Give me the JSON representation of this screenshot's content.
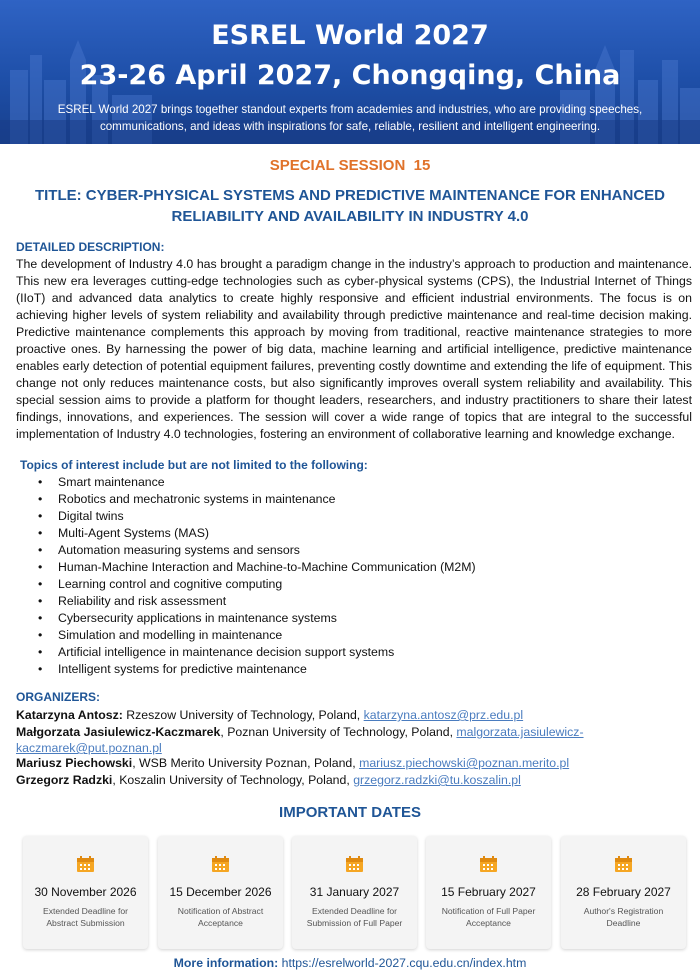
{
  "banner": {
    "title_line1": "ESREL World 2027",
    "title_line2": "23-26 April 2027, Chongqing, China",
    "description_line1": "ESREL World 2027 brings together standout experts from academies and industries, who are providing speeches,",
    "description_line2": "communications, and ideas with inspirations for safe, reliable, resilient and intelligent engineering."
  },
  "session": "SPECIAL SESSION  15",
  "title_line1": "TITLE: CYBER-PHYSICAL SYSTEMS AND PREDICTIVE MAINTENANCE FOR ENHANCED",
  "title_line2": "RELIABILITY AND AVAILABILITY IN INDUSTRY 4.0",
  "description_label": "DETAILED DESCRIPTION:",
  "description": "The development of Industry 4.0 has brought a paradigm change in the industry’s approach to production and maintenance. This new era leverages cutting-edge technologies such as cyber-physical systems (CPS), the Industrial Internet of Things (IIoT) and advanced data analytics to create highly responsive and efficient industrial environments. The focus is on achieving higher levels of system reliability and availability through predictive maintenance and real-time decision making. Predictive maintenance complements this approach by moving from traditional, reactive maintenance strategies to more proactive ones. By harnessing the power of big data, machine learning and artificial intelligence, predictive maintenance enables early detection of potential equipment failures, preventing costly downtime and extending the life of equipment. This change  not only reduces maintenance costs, but also significantly improves overall system reliability and availability.  This special session aims to provide a platform for thought leaders, researchers, and industry practitioners to share their latest findings, innovations, and experiences. The session will cover a wide range of topics that are integral to the successful implementation of Industry 4.0 technologies, fostering an environment of collaborative learning and knowledge exchange.",
  "topics_label": "Topics of interest include but are not limited to the following:",
  "topics": [
    "Smart maintenance",
    "Robotics and mechatronic systems in maintenance",
    "Digital twins",
    "Multi-Agent Systems (MAS)",
    "Automation measuring systems and sensors",
    "Human-Machine Interaction and Machine-to-Machine Communication (M2M)",
    "Learning control and cognitive computing",
    "Reliability and risk assessment",
    "Cybersecurity applications in maintenance systems",
    "Simulation and modelling in  maintenance",
    "Artificial intelligence in maintenance decision support systems",
    "Intelligent systems for predictive maintenance"
  ],
  "organizers_label": "ORGANIZERS:",
  "organizers": [
    {
      "name": "Katarzyna Antosz:",
      "affiliation": " Rzeszow University of Technology, Poland, ",
      "email": "katarzyna.antosz@prz.edu.pl"
    },
    {
      "name": "Małgorzata Jasiulewicz-Kaczmarek",
      "affiliation": ", Poznan University of Technology, Poland, ",
      "email": "malgorzata.jasiulewicz-kaczmarek@put.poznan.pl"
    },
    {
      "name": "Mariusz Piechowski",
      "affiliation": ", WSB Merito University Poznan, Poland, ",
      "email": "mariusz.piechowski@poznan.merito.pl"
    },
    {
      "name": "Grzegorz Radzki",
      "affiliation": ", Koszalin University of Technology, Poland, ",
      "email": "grzegorz.radzki@tu.koszalin.pl"
    }
  ],
  "dates_label": "IMPORTANT DATES",
  "dates": [
    {
      "date": "30 November 2026",
      "note": "Extended Deadline for Abstract Submission"
    },
    {
      "date": "15 December 2026",
      "note": "Notification of Abstract Acceptance"
    },
    {
      "date": "31 January 2027",
      "note": "Extended Deadline for Submission of Full Paper"
    },
    {
      "date": "15 February 2027",
      "note": "Notification of Full Paper Acceptance"
    },
    {
      "date": "28 February 2027",
      "note": "Author's Registration Deadline"
    }
  ],
  "more_label": "More information:",
  "more_url": " https://esrelworld-2027.cqu.edu.cn/index.htm",
  "colors": {
    "banner": "#1e4fa8",
    "accent_orange": "#e0722a",
    "heading_blue": "#1f5596",
    "link": "#4a7cbf",
    "calendar_icon": "#f5a623"
  }
}
